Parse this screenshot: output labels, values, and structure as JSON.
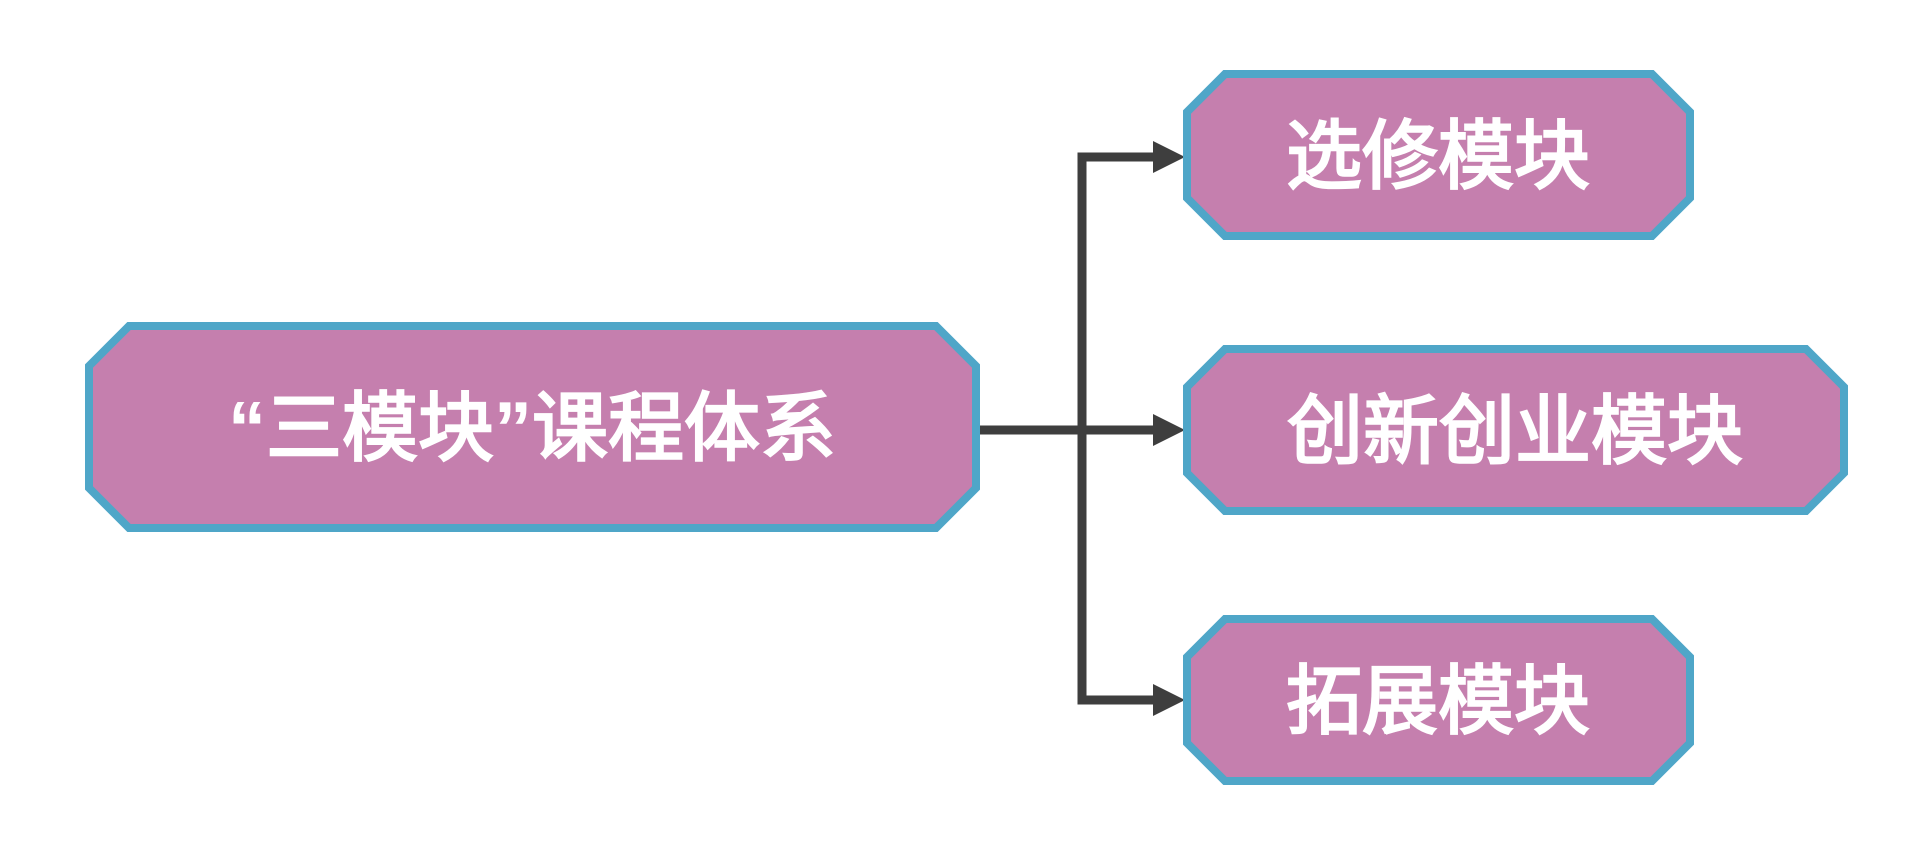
{
  "diagram": {
    "title_node": {
      "label": "“三模块”课程体系"
    },
    "branch_nodes": [
      {
        "label": "选修模块"
      },
      {
        "label": "创新创业模块"
      },
      {
        "label": "拓展模块"
      }
    ]
  },
  "colors": {
    "node-fill": "#c57fae",
    "node-stroke": "#4fa6c8",
    "connector": "#3e3e3e",
    "label": "#ffffff",
    "background": "#ffffff"
  }
}
